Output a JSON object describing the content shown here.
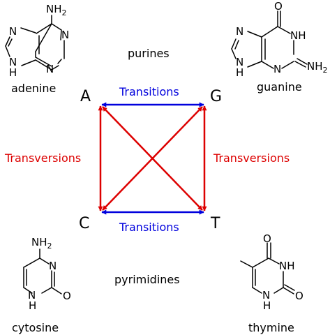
{
  "groups": {
    "purines": "purines",
    "pyrimidines": "pyrimidines"
  },
  "bases": {
    "adenine": "adenine",
    "guanine": "guanine",
    "cytosine": "cytosine",
    "thymine": "thymine"
  },
  "letters": {
    "A": "A",
    "G": "G",
    "C": "C",
    "T": "T"
  },
  "mutations": {
    "transitions_top": "Transitions",
    "transitions_bottom": "Transitions",
    "transversions_left": "Transversions",
    "transversions_right": "Transversions"
  },
  "colors": {
    "transition": "#0000dd",
    "transversion": "#dd0000",
    "text": "#000000"
  },
  "atoms": {
    "N": "N",
    "H": "H",
    "O": "O",
    "NH": "NH",
    "NH2": "NH",
    "sub2": "2"
  }
}
